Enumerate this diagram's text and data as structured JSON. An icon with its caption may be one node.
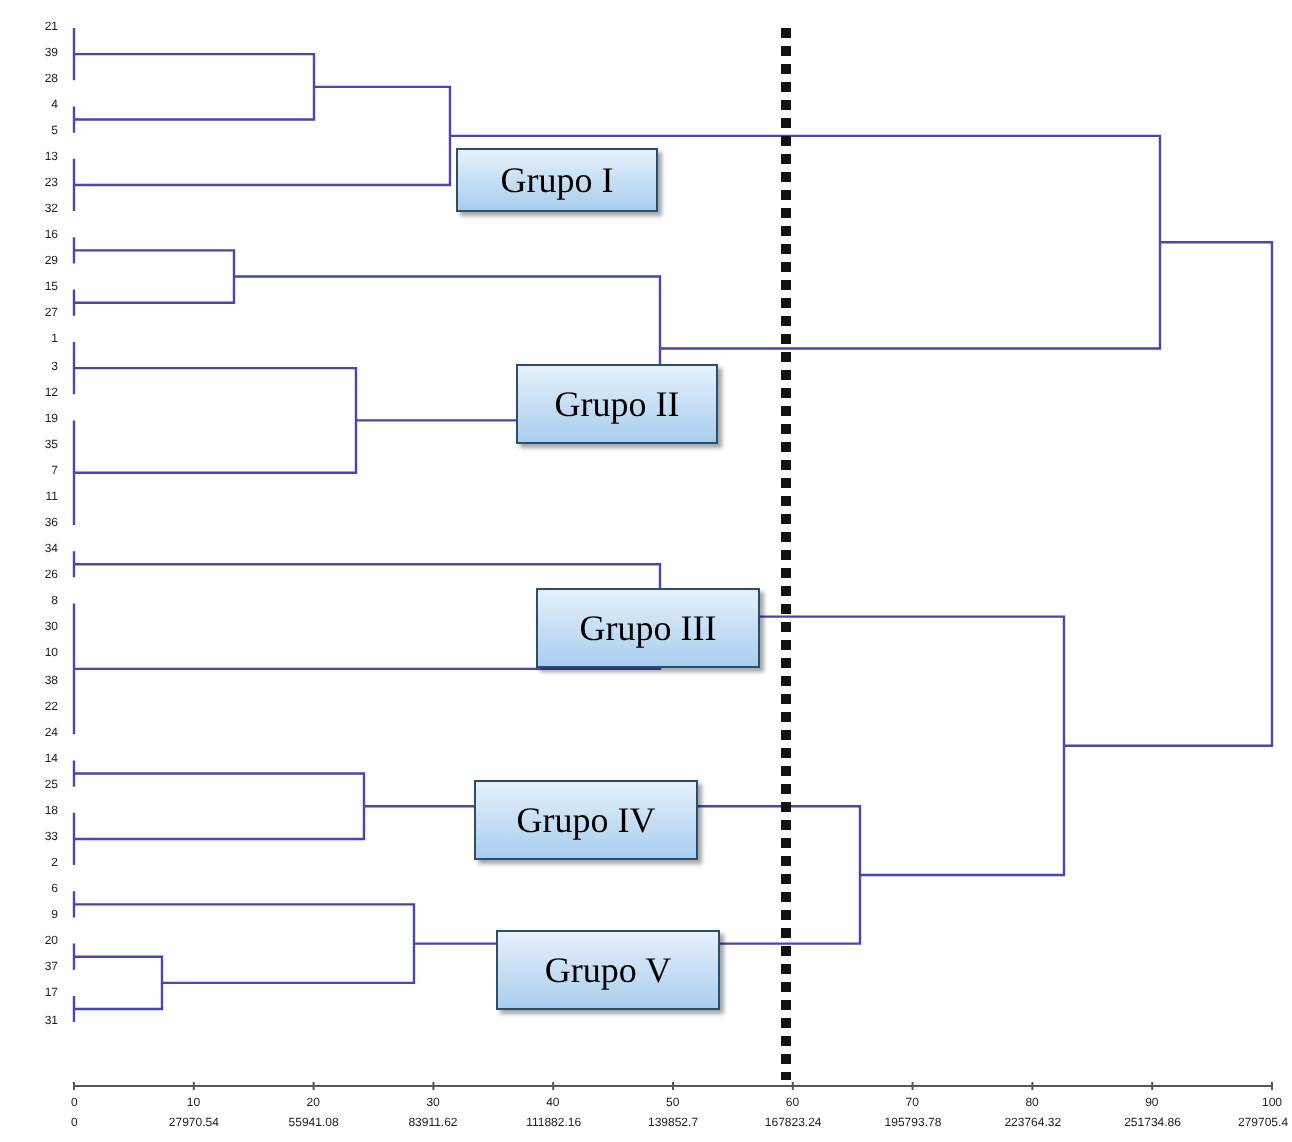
{
  "diagram": {
    "nodes": [
      {
        "text": [
          "Grupo I"
        ]
      },
      {
        "text": [
          "Grupo II"
        ]
      },
      {
        "text": [
          "Grupo III"
        ]
      },
      {
        "text": [
          "Grupo IV"
        ]
      },
      {
        "text": [
          "Grupo V"
        ]
      }
    ],
    "labels": [
      "21",
      "39",
      "28",
      "4",
      "5",
      "13",
      "23",
      "32",
      "16",
      "29",
      "15",
      "27",
      "1",
      "3",
      "12",
      "19",
      "35",
      "7",
      "11",
      "36",
      "34",
      "26",
      "8",
      "30",
      "10",
      "38",
      "22",
      "24",
      "14",
      "25",
      "18",
      "33",
      "2",
      "6",
      "9",
      "20",
      "37",
      "17",
      "31",
      "0",
      "10",
      "20",
      "30",
      "40",
      "50",
      "60",
      "70",
      "80",
      "90",
      "100",
      "0",
      "27970.54",
      "55941.08",
      "83911.62",
      "111882.16",
      "139852.7",
      "167823.24",
      "195793.78",
      "223764.32",
      "251734.86",
      "279705.4"
    ]
  }
}
